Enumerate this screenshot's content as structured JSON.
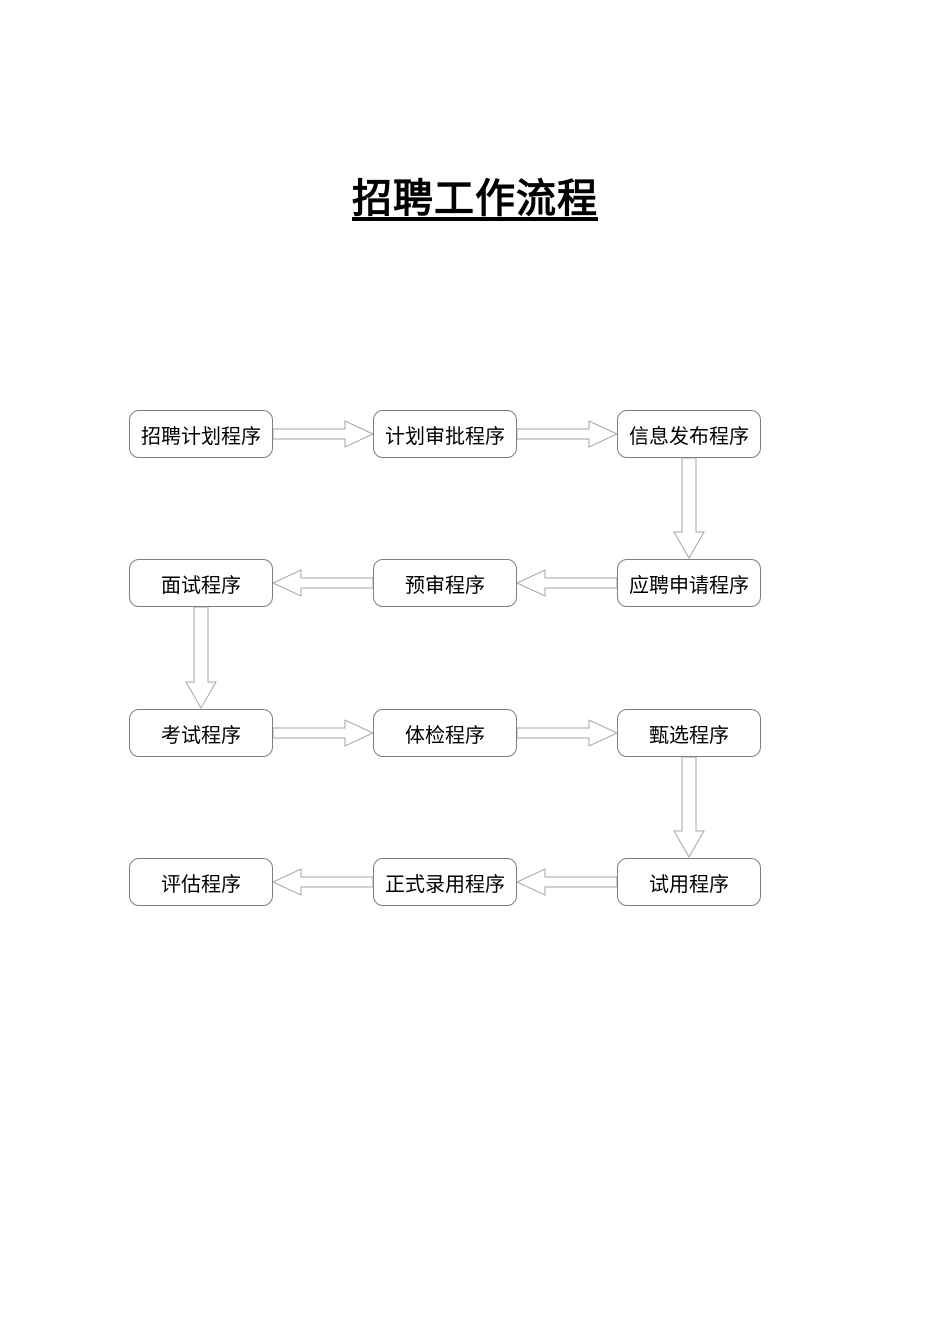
{
  "title": {
    "text": "招聘工作流程"
  },
  "flowchart": {
    "nodes": [
      {
        "id": "n0",
        "label": "招聘计划程序"
      },
      {
        "id": "n1",
        "label": "计划审批程序"
      },
      {
        "id": "n2",
        "label": "信息发布程序"
      },
      {
        "id": "n3",
        "label": "面试程序"
      },
      {
        "id": "n4",
        "label": "预审程序"
      },
      {
        "id": "n5",
        "label": "应聘申请程序"
      },
      {
        "id": "n6",
        "label": "考试程序"
      },
      {
        "id": "n7",
        "label": "体检程序"
      },
      {
        "id": "n8",
        "label": "甄选程序"
      },
      {
        "id": "n9",
        "label": "评估程序"
      },
      {
        "id": "n10",
        "label": "正式录用程序"
      },
      {
        "id": "n11",
        "label": "试用程序"
      }
    ],
    "edges": [
      {
        "from": "招聘计划程序",
        "to": "计划审批程序",
        "direction": "right"
      },
      {
        "from": "计划审批程序",
        "to": "信息发布程序",
        "direction": "right"
      },
      {
        "from": "信息发布程序",
        "to": "应聘申请程序",
        "direction": "down"
      },
      {
        "from": "应聘申请程序",
        "to": "预审程序",
        "direction": "left"
      },
      {
        "from": "预审程序",
        "to": "面试程序",
        "direction": "left"
      },
      {
        "from": "面试程序",
        "to": "考试程序",
        "direction": "down"
      },
      {
        "from": "考试程序",
        "to": "体检程序",
        "direction": "right"
      },
      {
        "from": "体检程序",
        "to": "甄选程序",
        "direction": "right"
      },
      {
        "from": "甄选程序",
        "to": "试用程序",
        "direction": "down"
      },
      {
        "from": "试用程序",
        "to": "正式录用程序",
        "direction": "left"
      },
      {
        "from": "正式录用程序",
        "to": "评估程序",
        "direction": "left"
      }
    ],
    "colors": {
      "box_border": "#7f7f7f",
      "arrow_outline": "#a6a6a6",
      "text": "#000000",
      "background": "#ffffff"
    }
  }
}
